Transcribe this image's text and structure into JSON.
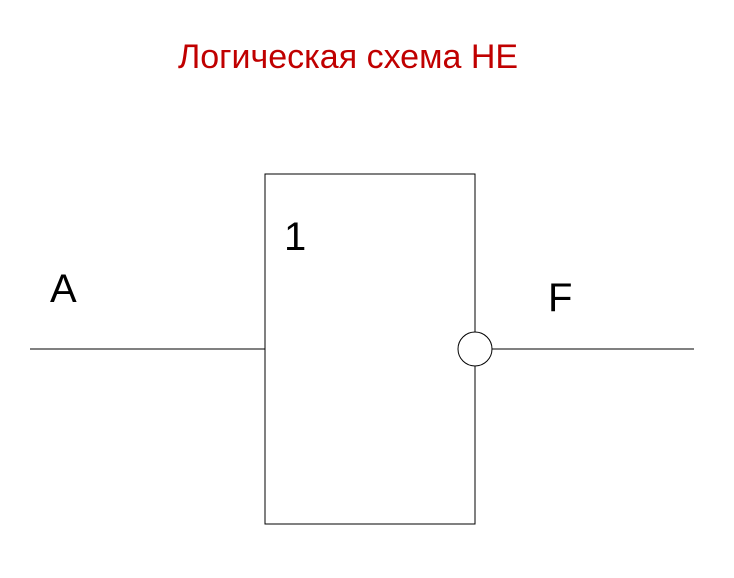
{
  "title": "Логическая схема НЕ",
  "gate": {
    "symbol": "1"
  },
  "input": {
    "label": "A"
  },
  "output": {
    "label": "F"
  },
  "colors": {
    "title": "#c00000",
    "stroke": "#000000",
    "text": "#000000",
    "background": "#ffffff"
  }
}
